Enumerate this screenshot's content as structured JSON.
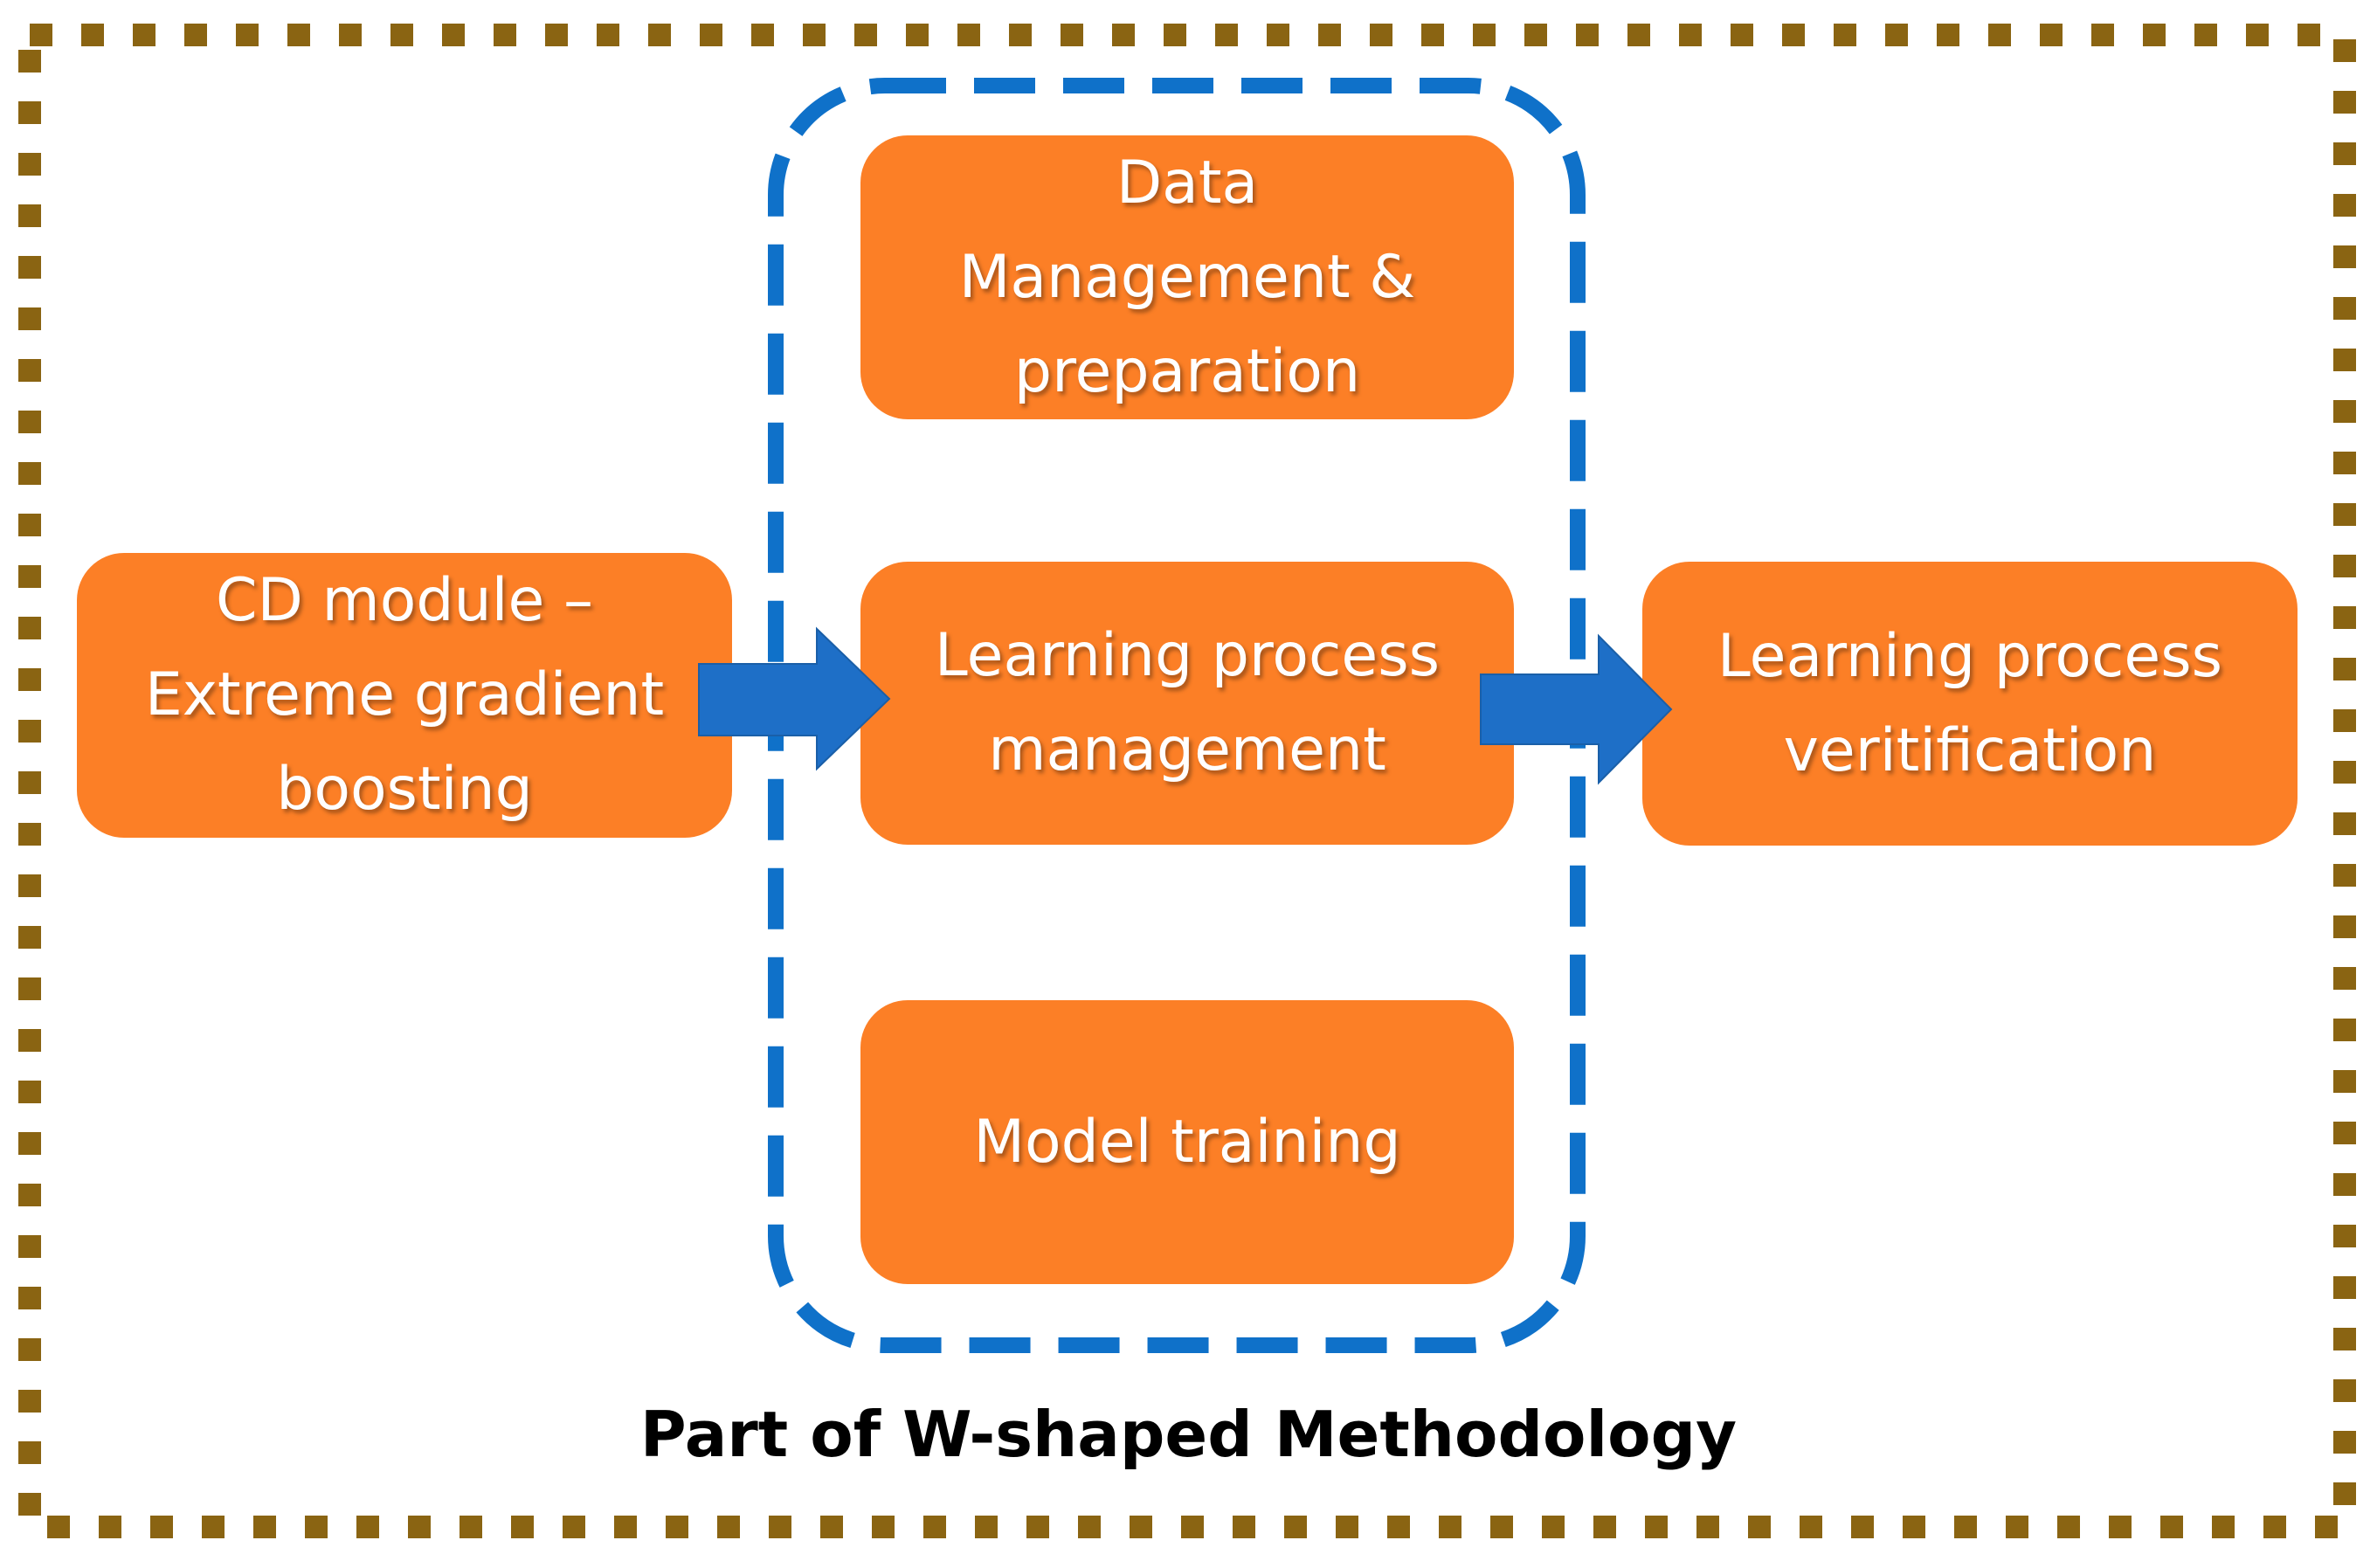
{
  "diagram": {
    "caption": "Part of W-shaped Methodology",
    "colors": {
      "box_fill": "#fc7f26",
      "box_text": "#ffffff",
      "arrow_fill": "#1e6fc7",
      "group_border": "#0f71c9",
      "outer_border": "#8a6412"
    },
    "boxes": {
      "cd_module": "CD module –\nExtreme gradient\nboosting",
      "data_management": "Data\nManagement &\npreparation",
      "learning_management": "Learning process\nmanagement",
      "model_training": "Model training",
      "learning_verification": "Learning process\nveritification"
    },
    "connections": [
      {
        "from": "cd_module",
        "to": "learning_management"
      },
      {
        "from": "learning_management",
        "to": "learning_verification"
      }
    ]
  }
}
